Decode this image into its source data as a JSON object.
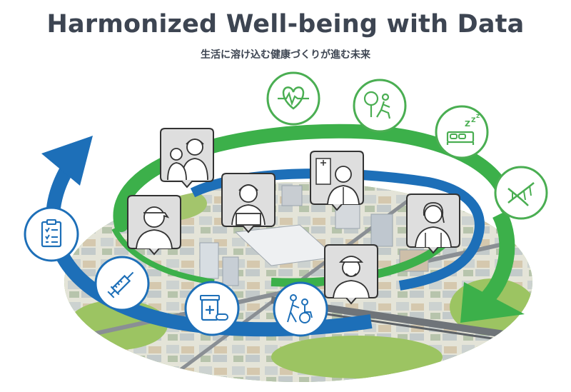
{
  "header": {
    "title": "Harmonized Well-being with Data",
    "subtitle": "生活に溶け込む健康づくりが進む未来"
  },
  "colors": {
    "title_text": "#3d4552",
    "green_ring": "#3cb04a",
    "blue_ring": "#1d6fb8",
    "green_icon": "#4aae52",
    "blue_icon": "#1d6fb8",
    "portrait_frame": "#333333",
    "portrait_bg": "#dedede"
  },
  "green_icons": [
    "heart-rate-icon",
    "exercise-icon",
    "sleep-icon",
    "dna-icon"
  ],
  "blue_icons": [
    "checklist-icon",
    "vaccine-syringe-icon",
    "medicine-icon",
    "caregiving-icon"
  ],
  "portraits": [
    "mother-and-child",
    "man-with-headband",
    "young-person-at-laptop",
    "doctor",
    "woman-in-apron",
    "elderly-man-with-cap"
  ]
}
